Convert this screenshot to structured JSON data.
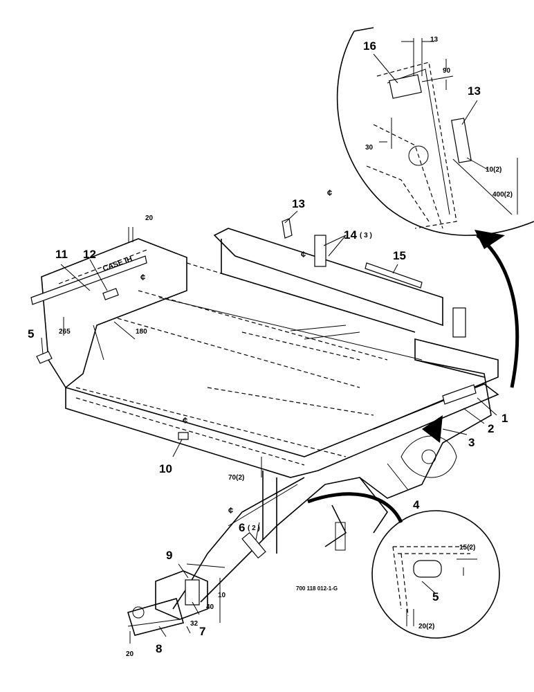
{
  "callouts": {
    "c1": "1",
    "c2": "2",
    "c3": "3",
    "c4": "4",
    "c5": "5",
    "c6": "6",
    "c6q": "( 2 )",
    "c7": "7",
    "c8": "8",
    "c9": "9",
    "c10": "10",
    "c11": "11",
    "c12": "12",
    "c13": "13",
    "c14": "14",
    "c14q": "( 3 )",
    "c15": "15",
    "c16": "16",
    "c13_detail": "13",
    "c5_detail": "5"
  },
  "dimensions": {
    "d20_top": "20",
    "d265": "265",
    "d180": "180",
    "d70": "70(2)",
    "d10": "10",
    "d40": "40",
    "d32": "32",
    "d20_bottom": "20",
    "d13": "13",
    "d90": "90",
    "d30": "30",
    "d10_2": "10(2)",
    "d400": "400(2)",
    "d15": "15(2)",
    "d20_2": "20(2)"
  },
  "centerline": "¢",
  "drawing_number": "700 118 012-1-G"
}
